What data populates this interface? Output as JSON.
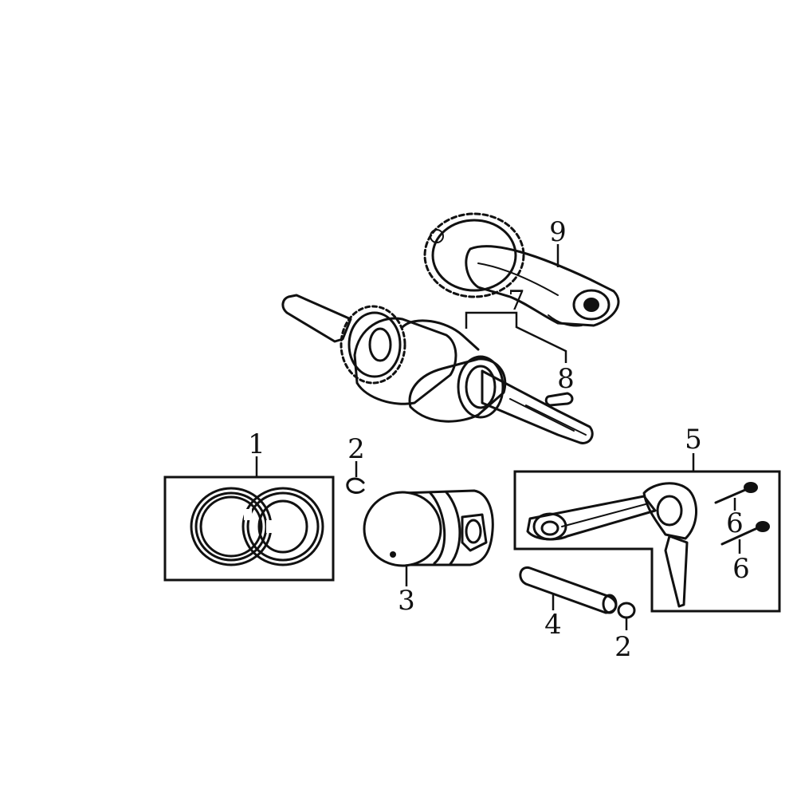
{
  "callouts": {
    "piston_ring_set": "1",
    "piston_pin_clip_top": "2",
    "piston": "3",
    "piston_pin": "4",
    "piston_pin_clip_bottom": "2",
    "connecting_rod_set": "5",
    "rod_bolt_upper": "6",
    "rod_bolt_lower": "6",
    "crankshaft_assembly": "7",
    "crankshaft_key": "8",
    "camshaft_assembly": "9"
  }
}
